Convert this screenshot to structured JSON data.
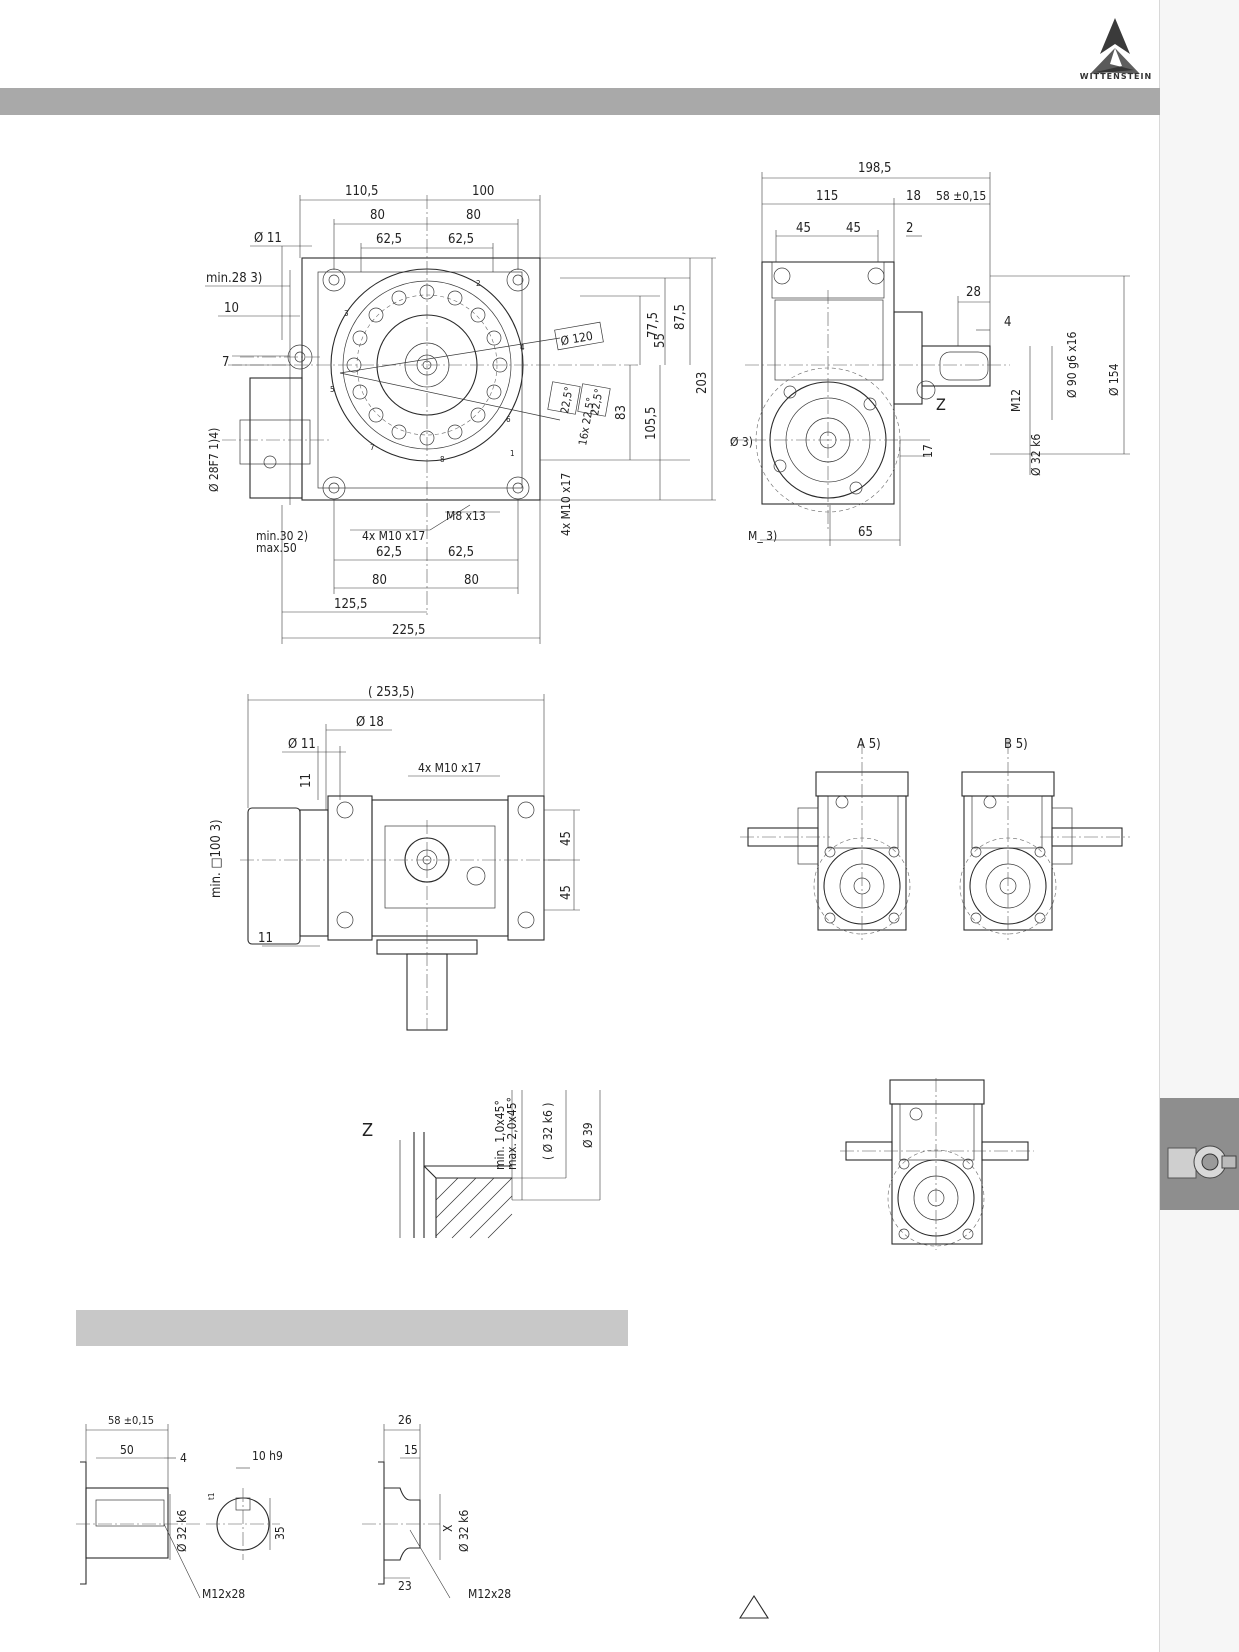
{
  "brand": {
    "name": "WITTENSTEIN",
    "icon": "wittenstein-triangle-logo-icon"
  },
  "layout": {
    "header_bar_color": "#a9a9a9",
    "section_bar_color": "#c8c8c8",
    "side_tab_color": "#8e8e8e"
  },
  "front_view": {
    "top_dims": [
      "110,5",
      "100",
      "80",
      "80",
      "62,5",
      "62,5"
    ],
    "left_dims": [
      "Ø 11",
      "min.28 3)",
      "10",
      "7"
    ],
    "shaft_label": "Ø 28F7 1)4)",
    "right_dims": [
      "55",
      "77,5",
      "87,5",
      "83",
      "105,5",
      "203"
    ],
    "bolt_circle": "Ø 120",
    "angles": [
      "22,5°",
      "22,5°",
      "16x 22,5°"
    ],
    "thread_top": "4x M10 x17",
    "thread_bottom": "M8 x13",
    "thread_side": "4x M10 x17",
    "minmax": [
      "min.30 2)",
      "max.50"
    ],
    "bottom_dims": [
      "62,5",
      "62,5",
      "80",
      "80",
      "125,5",
      "225,5"
    ],
    "hole_numbers": [
      "1",
      "2",
      "3",
      "4",
      "5",
      "6",
      "7",
      "8"
    ]
  },
  "side_view": {
    "top_dims": [
      "198,5",
      "115",
      "18",
      "58 ±0,15",
      "45",
      "45",
      "2",
      "28",
      "4"
    ],
    "right_dims": [
      "Ø 90 g6 x16",
      "Ø 154",
      "M12",
      "17",
      "Ø 32 k6"
    ],
    "view_label": "Z",
    "left_dims": [
      "Ø 3)",
      "M_ 3)"
    ],
    "bottom_dim": "65"
  },
  "top_view": {
    "dims": [
      "( 253,5)",
      "Ø 18",
      "Ø 11",
      "4x M10 x17",
      "11",
      "min. □100 3)",
      "45",
      "45",
      "11"
    ]
  },
  "variants": {
    "a": "A 5)",
    "b": "B 5)"
  },
  "detail_z": {
    "label": "Z",
    "dims": [
      "min. 1,0x45°",
      "max. 2,0x45°",
      "( Ø 32 k6 )",
      "Ø 39"
    ]
  },
  "shaft_detail_1": {
    "dims": [
      "58 ±0,15",
      "50",
      "4",
      "10 h9",
      "35",
      "Ø 32 k6",
      "M12x28",
      "t1"
    ]
  },
  "shaft_detail_2": {
    "dims": [
      "26",
      "15",
      "X",
      "Ø 32 k6",
      "23",
      "M12x28"
    ]
  }
}
